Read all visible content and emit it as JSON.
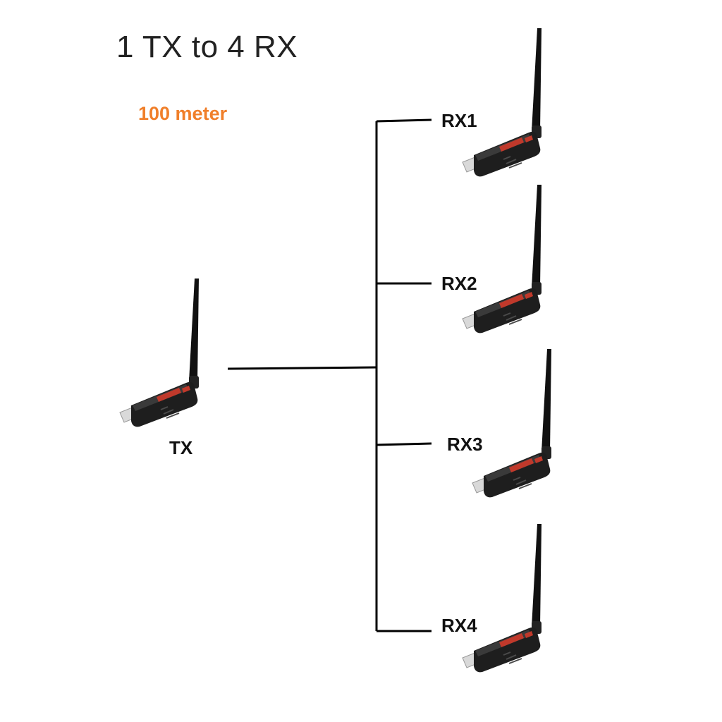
{
  "title": "1 TX to 4 RX",
  "distance": "100 meter",
  "colors": {
    "distance": "#F07F2A",
    "device_body": "#1e1e1e",
    "device_accent": "#c0392b",
    "line": "#000000"
  },
  "transmitter": {
    "label": "TX",
    "icon": "hdmi-wireless-transmitter"
  },
  "receivers": [
    {
      "label": "RX1",
      "icon": "hdmi-wireless-receiver"
    },
    {
      "label": "RX2",
      "icon": "hdmi-wireless-receiver"
    },
    {
      "label": "RX3",
      "icon": "hdmi-wireless-receiver"
    },
    {
      "label": "RX4",
      "icon": "hdmi-wireless-receiver"
    }
  ]
}
